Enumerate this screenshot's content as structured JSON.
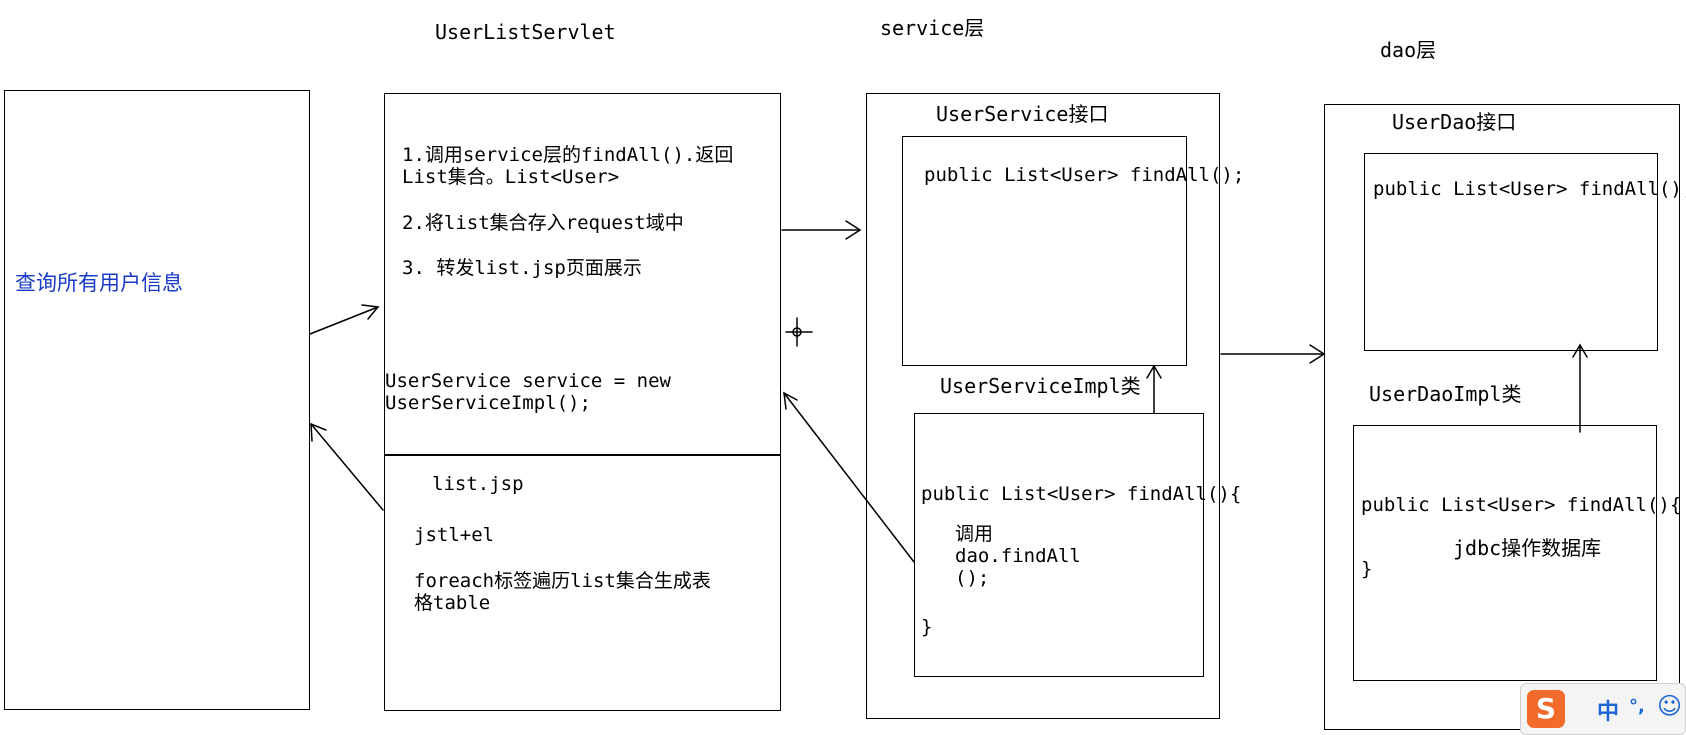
{
  "titles": {
    "servlet": "UserListServlet",
    "service_layer": "service层",
    "dao_layer": "dao层"
  },
  "client": {
    "query_text": "查询所有用户信息",
    "text_color": "#1a3cc8"
  },
  "servlet": {
    "step1": "1.调用service层的findAll().返回\nList集合。List<User>",
    "step2": "2.将list集合存入request域中",
    "step3": "3. 转发list.jsp页面展示",
    "service_decl": "UserService service = new\nUserServiceImpl();"
  },
  "jsp": {
    "title": "list.jsp",
    "tech": "jstl+el",
    "desc": "foreach标签遍历list集合生成表\n格table"
  },
  "service": {
    "interface_label": "UserService接口",
    "interface_method": "public List<User> findAll();",
    "impl_label": "UserServiceImpl类",
    "impl_code": "public List<User> findAll(){",
    "impl_body": "调用\ndao.findAll\n();",
    "impl_close": "}"
  },
  "dao": {
    "interface_label": "UserDao接口",
    "interface_method": "public List<User> findAll();",
    "impl_label": "UserDaoImpl类",
    "impl_code": "public List<User> findAll(){",
    "impl_body": "jdbc操作数据库",
    "impl_close": "}"
  },
  "ime_toolbar": {
    "logo": "S",
    "lang": "中",
    "punct": "°,",
    "emoji": "☺",
    "logo_color": "#f26b2a",
    "icon_color": "#1a66d6"
  }
}
